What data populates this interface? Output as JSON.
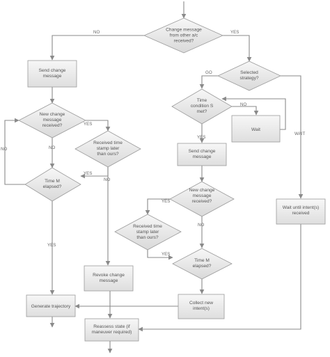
{
  "nodes": {
    "d_change_other": [
      "Change message",
      "from other a/c",
      "received?"
    ],
    "send_change_left": [
      "Send change",
      "message"
    ],
    "d_new_change_left": [
      "New change",
      "message",
      "received?"
    ],
    "d_received_time_left": [
      "Received time",
      "stamp later",
      "than ours?"
    ],
    "d_time_m_left": [
      "Time M",
      "elapsed?"
    ],
    "revoke": [
      "Revoke change",
      "message"
    ],
    "generate": [
      "Generate trajectory"
    ],
    "reassess": [
      "Reassess state (if",
      "maneuver required)"
    ],
    "d_selected": [
      "Selected",
      "strategy?"
    ],
    "d_time_cond": [
      "Time",
      "condition S",
      "met?"
    ],
    "wait": [
      "Wait"
    ],
    "send_change_mid": [
      "Send change",
      "message"
    ],
    "d_new_change_mid": [
      "New change",
      "message",
      "received?"
    ],
    "d_received_time_mid": [
      "Received time",
      "stamp later",
      "than ours?"
    ],
    "d_time_m_mid": [
      "Time M",
      "elapsed?"
    ],
    "collect": [
      "Collect new",
      "intent(s)"
    ],
    "wait_until": [
      "Wait until intent(s)",
      "received"
    ]
  },
  "edge_labels": {
    "no_top": "NO",
    "yes_top": "YES",
    "yes_left_new": "YES",
    "no_left_new": "NO",
    "no_left_loop": "NO",
    "yes_left_time": "YES",
    "no_left_received": "NO",
    "yes_left_bottom": "YES",
    "go": "GO",
    "wait_strategy": "WAIT",
    "no_time_cond": "NO",
    "yes_time_cond": "YES",
    "yes_mid_new": "YES",
    "no_mid_new": "NO",
    "yes_mid_received": "YES"
  }
}
